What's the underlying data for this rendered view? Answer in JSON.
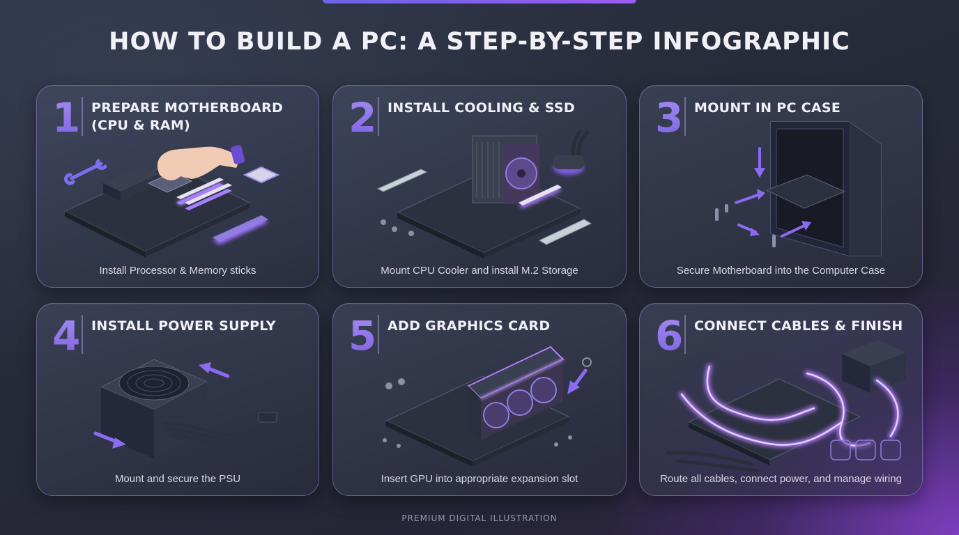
{
  "title": "HOW TO BUILD A PC: A STEP-BY-STEP INFOGRAPHIC",
  "steps": [
    {
      "number": "1",
      "title": "PREPARE MOTHERBOARD (CPU & RAM)",
      "caption": "Install Processor & Memory sticks"
    },
    {
      "number": "2",
      "title": "INSTALL COOLING & SSD",
      "caption": "Mount CPU Cooler and install M.2 Storage"
    },
    {
      "number": "3",
      "title": "MOUNT IN PC CASE",
      "caption": "Secure Motherboard into the Computer Case"
    },
    {
      "number": "4",
      "title": "INSTALL POWER SUPPLY",
      "caption": "Mount and secure the PSU"
    },
    {
      "number": "5",
      "title": "ADD GRAPHICS CARD",
      "caption": "Insert GPU into appropriate expansion slot"
    },
    {
      "number": "6",
      "title": "CONNECT CABLES & FINISH",
      "caption": "Route all cables, connect power, and manage wiring"
    }
  ],
  "footer": "PREMIUM DIGITAL ILLUSTRATION",
  "colors": {
    "accent": "#8b6cf0",
    "glow": "#b57cff",
    "card_border": "#9f8ee6"
  }
}
